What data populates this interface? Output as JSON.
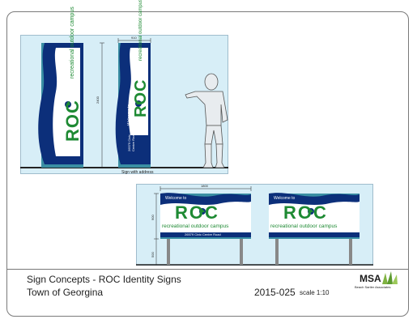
{
  "colors": {
    "sky": "#d7eef7",
    "navy": "#0c2f7a",
    "teal": "#3a8fa3",
    "green": "#1e8a33",
    "gray": "#7a7a7a",
    "post": "#888888"
  },
  "vertical_elevation": {
    "dim_width": "910",
    "dim_height": "2400",
    "caption": "Sign with address",
    "sign": {
      "welcome": "Welcome to",
      "logo": "ROC",
      "tagline": "recreational outdoor campus",
      "address_line1": "26579 Civic",
      "address_line2": "Centre Road"
    }
  },
  "horizontal_elevation": {
    "dim_width": "1800",
    "dim_height": "900",
    "dim_post": "500",
    "sign": {
      "welcome": "Welcome to",
      "logo": "ROC",
      "tagline": "recreational outdoor campus",
      "address": "26579 Civic Centre Road"
    }
  },
  "title_block": {
    "title": "Sign Concepts - ROC Identity Signs",
    "client": "Town of Georgina",
    "project_no": "2015-025",
    "scale": "scale 1:10",
    "firm_abbrev": "MSA",
    "firm_name": "Beach Sartler Associates"
  }
}
